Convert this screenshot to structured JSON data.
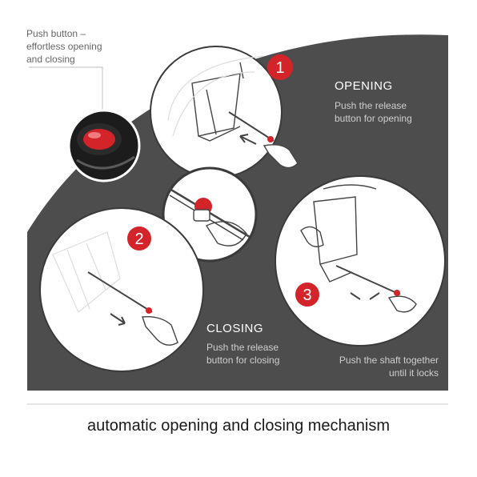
{
  "callout": {
    "lines": [
      "Push button –",
      "effortless opening",
      "and closing"
    ]
  },
  "steps": [
    {
      "number": "1",
      "heading": "OPENING",
      "description_lines": [
        "Push the release",
        "button for opening"
      ]
    },
    {
      "number": "2",
      "heading": "CLOSING",
      "description_lines": [
        "Push the release",
        "button for closing"
      ]
    },
    {
      "number": "3",
      "heading": "",
      "description_lines": [
        "Push the shaft together",
        "until it locks"
      ]
    }
  ],
  "caption": "automatic opening and closing mechanism",
  "colors": {
    "panel": "#4d4d4d",
    "circle_fill": "#ffffff",
    "circle_stroke": "#3a3a3a",
    "accent_red": "#d3242a",
    "line_art": "#444444",
    "divider": "#cccccc"
  },
  "icons": [
    "arrow-icon",
    "hand-icon",
    "umbrella-icon",
    "push-button-icon"
  ]
}
